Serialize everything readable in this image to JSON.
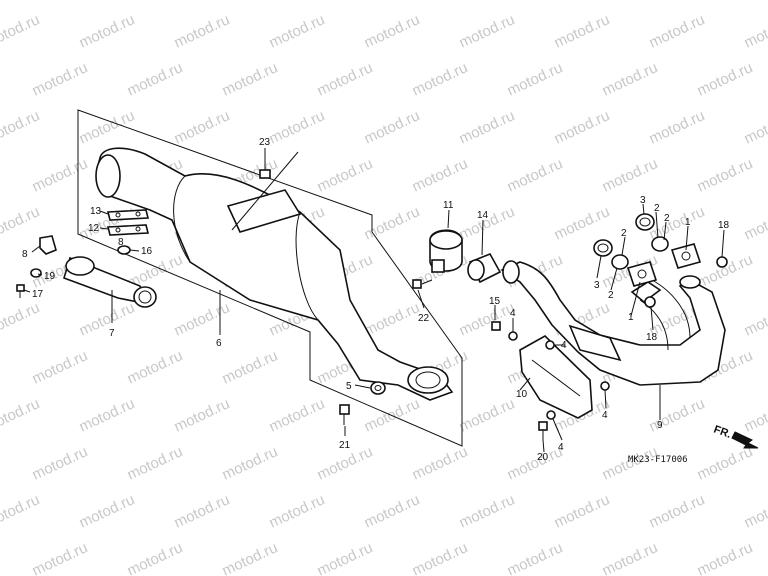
{
  "watermark": "motod.ru",
  "diagram_code": "MK23-F17006",
  "direction_label": "FR.",
  "callouts": {
    "c1a": "1",
    "c1b": "1",
    "c2a": "2",
    "c2b": "2",
    "c2c": "2",
    "c2d": "2",
    "c3a": "3",
    "c3b": "3",
    "c4a": "4",
    "c4b": "4",
    "c4c": "4",
    "c4d": "4",
    "c5": "5",
    "c6": "6",
    "c7": "7",
    "c8": "8",
    "c9": "9",
    "c10": "10",
    "c11": "11",
    "c12": "12",
    "c13": "13",
    "c14": "14",
    "c15": "15",
    "c16": "16",
    "c17": "17",
    "c18a": "18",
    "c18b": "18",
    "c19": "19",
    "c20": "20",
    "c21": "21",
    "c22": "22",
    "c23": "23"
  }
}
